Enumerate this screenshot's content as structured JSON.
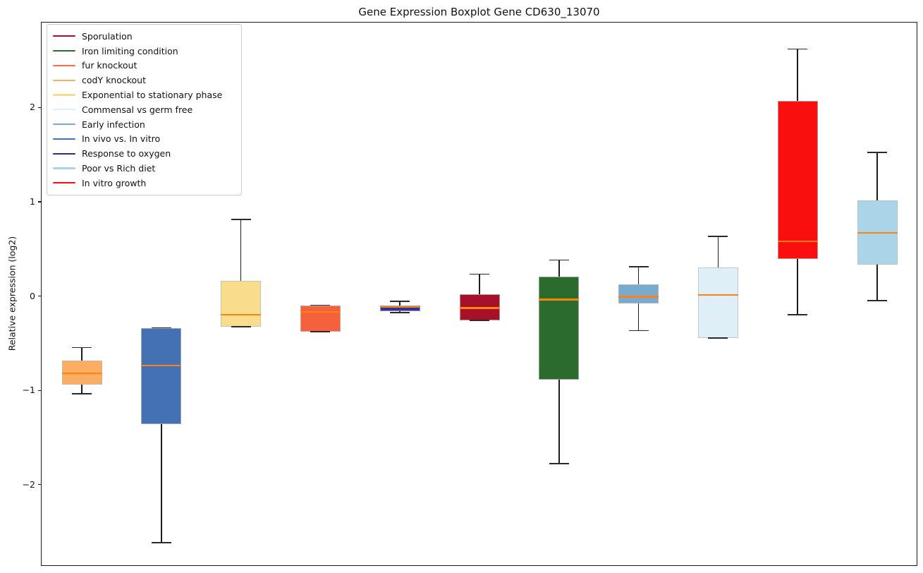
{
  "title": "Gene Expression Boxplot Gene CD630_13070",
  "ylabel": "Relative expression (log2)",
  "legend": {
    "position": "upper left",
    "items": [
      {
        "label": "Sporulation",
        "color": "#A01129"
      },
      {
        "label": "Iron limiting condition",
        "color": "#2B6B2D"
      },
      {
        "label": "fur knockout",
        "color": "#F46C47"
      },
      {
        "label": "codY knockout",
        "color": "#FBAD61"
      },
      {
        "label": "Exponential to stationary phase",
        "color": "#FADD8C"
      },
      {
        "label": "Commensal vs germ free",
        "color": "#DFEFF7"
      },
      {
        "label": "Early infection",
        "color": "#79ABD0"
      },
      {
        "label": "In vivo vs. In vitro",
        "color": "#4471B3"
      },
      {
        "label": "Response to oxygen",
        "color": "#2B2B85"
      },
      {
        "label": "Poor vs Rich diet",
        "color": "#AAD5E8"
      },
      {
        "label": "In vitro growth",
        "color": "#ED1111"
      }
    ]
  },
  "chart_data": {
    "type": "boxplot",
    "title": "Gene Expression Boxplot Gene CD630_13070",
    "xlabel": "",
    "ylabel": "Relative expression (log2)",
    "ylim": [
      -2.85,
      2.91
    ],
    "yticks": [
      {
        "value": 2,
        "label": "2"
      },
      {
        "value": 1,
        "label": "1"
      },
      {
        "value": 0,
        "label": "0"
      },
      {
        "value": -1,
        "label": "−1"
      },
      {
        "value": -2,
        "label": "−2"
      }
    ],
    "grid": false,
    "xticklabels_shown": false,
    "legend_position": "upper left",
    "median_color": "#FF810E",
    "whisker_color": "#1c1c1c",
    "series": [
      {
        "name": "codY knockout",
        "color": "#FBAD61",
        "whislo": -1.03,
        "q1": -0.93,
        "med": -0.81,
        "q3": -0.68,
        "whishi": -0.54
      },
      {
        "name": "In vivo vs. In vitro",
        "color": "#4471B3",
        "whislo": -2.61,
        "q1": -1.35,
        "med": -0.73,
        "q3": -0.33,
        "whishi": -0.33
      },
      {
        "name": "Exponential to stationary phase",
        "color": "#FADD8C",
        "whislo": -0.32,
        "q1": -0.32,
        "med": -0.19,
        "q3": 0.17,
        "whishi": 0.82
      },
      {
        "name": "fur knockout",
        "color": "#F4613C",
        "whislo": -0.37,
        "q1": -0.37,
        "med": -0.16,
        "q3": -0.09,
        "whishi": -0.09
      },
      {
        "name": "Response to oxygen",
        "color": "#32329A",
        "whislo": -0.17,
        "q1": -0.15,
        "med": -0.11,
        "q3": -0.09,
        "whishi": -0.05
      },
      {
        "name": "Sporulation",
        "color": "#A61129",
        "whislo": -0.25,
        "q1": -0.25,
        "med": -0.12,
        "q3": 0.03,
        "whishi": 0.24
      },
      {
        "name": "Iron limiting condition",
        "color": "#2B6B2D",
        "whislo": -1.77,
        "q1": -0.88,
        "med": -0.03,
        "q3": 0.21,
        "whishi": 0.39
      },
      {
        "name": "Early infection",
        "color": "#79ABD0",
        "whislo": -0.36,
        "q1": -0.07,
        "med": 0.0,
        "q3": 0.13,
        "whishi": 0.32
      },
      {
        "name": "Commensal vs germ free",
        "color": "#DFEFF7",
        "whislo": -0.44,
        "q1": -0.44,
        "med": 0.02,
        "q3": 0.31,
        "whishi": 0.64
      },
      {
        "name": "In vitro growth",
        "color": "#FA0F0F",
        "whislo": -0.19,
        "q1": 0.4,
        "med": 0.59,
        "q3": 2.08,
        "whishi": 2.63
      },
      {
        "name": "Poor vs Rich diet",
        "color": "#AAD5E8",
        "whislo": -0.04,
        "q1": 0.34,
        "med": 0.68,
        "q3": 1.02,
        "whishi": 1.53
      }
    ]
  }
}
